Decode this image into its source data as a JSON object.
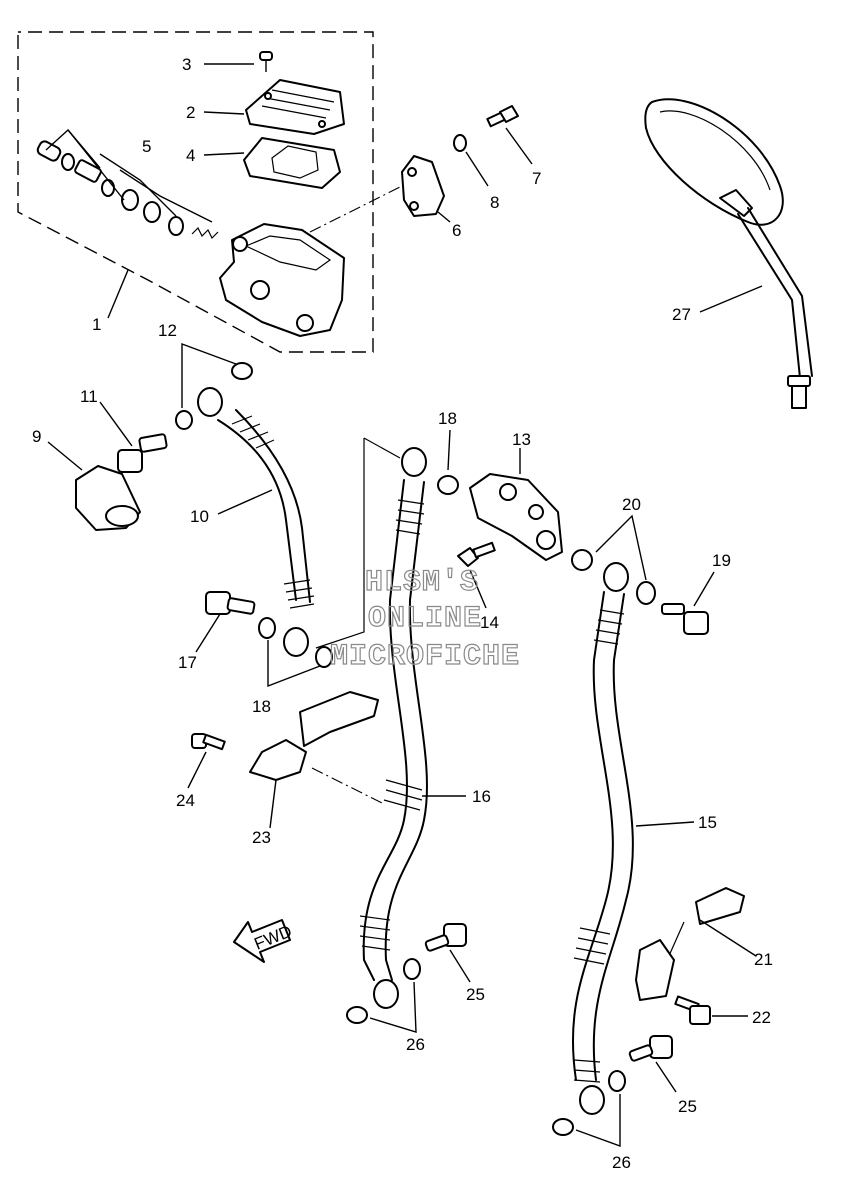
{
  "diagram": {
    "callouts": [
      {
        "id": "c1",
        "text": "1"
      },
      {
        "id": "c2",
        "text": "2"
      },
      {
        "id": "c3",
        "text": "3"
      },
      {
        "id": "c4",
        "text": "4"
      },
      {
        "id": "c5",
        "text": "5"
      },
      {
        "id": "c6",
        "text": "6"
      },
      {
        "id": "c7",
        "text": "7"
      },
      {
        "id": "c8",
        "text": "8"
      },
      {
        "id": "c9",
        "text": "9"
      },
      {
        "id": "c10",
        "text": "10"
      },
      {
        "id": "c11",
        "text": "11"
      },
      {
        "id": "c12",
        "text": "12"
      },
      {
        "id": "c13",
        "text": "13"
      },
      {
        "id": "c14",
        "text": "14"
      },
      {
        "id": "c15",
        "text": "15"
      },
      {
        "id": "c16",
        "text": "16"
      },
      {
        "id": "c17",
        "text": "17"
      },
      {
        "id": "c18a",
        "text": "18"
      },
      {
        "id": "c18b",
        "text": "18"
      },
      {
        "id": "c19",
        "text": "19"
      },
      {
        "id": "c20",
        "text": "20"
      },
      {
        "id": "c21",
        "text": "21"
      },
      {
        "id": "c22",
        "text": "22"
      },
      {
        "id": "c23",
        "text": "23"
      },
      {
        "id": "c24",
        "text": "24"
      },
      {
        "id": "c25a",
        "text": "25"
      },
      {
        "id": "c25b",
        "text": "25"
      },
      {
        "id": "c26a",
        "text": "26"
      },
      {
        "id": "c26b",
        "text": "26"
      },
      {
        "id": "c27",
        "text": "27"
      }
    ],
    "direction_arrow": "FWD",
    "watermark": [
      "HLSM'S",
      "ONLINE",
      "MICROFICHE"
    ]
  }
}
